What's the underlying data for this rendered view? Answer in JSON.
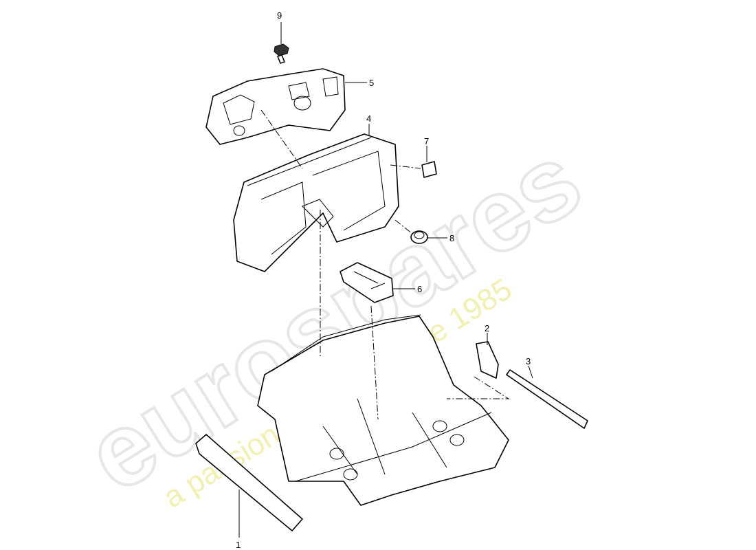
{
  "diagram": {
    "callouts": [
      {
        "id": "1",
        "label": "1"
      },
      {
        "id": "2",
        "label": "2"
      },
      {
        "id": "3",
        "label": "3"
      },
      {
        "id": "4",
        "label": "4"
      },
      {
        "id": "5",
        "label": "5"
      },
      {
        "id": "6",
        "label": "6"
      },
      {
        "id": "7",
        "label": "7"
      },
      {
        "id": "8",
        "label": "8"
      },
      {
        "id": "9",
        "label": "9"
      }
    ]
  },
  "watermark": {
    "brand": "eurospares",
    "tagline": "a passion for parts since 1985",
    "brand_color": "#e6e6e6",
    "tagline_color": "#f2f0b0"
  }
}
